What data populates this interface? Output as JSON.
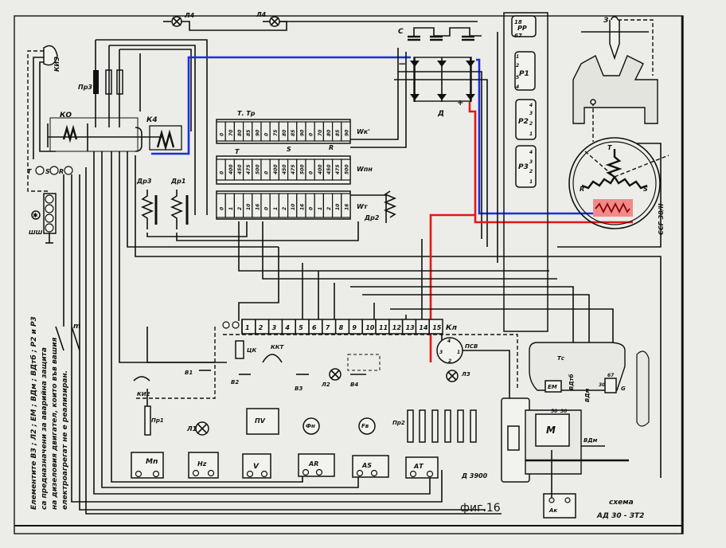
{
  "figure": {
    "label": "фиг.16",
    "caption_line1": "схема",
    "caption_line2": "АД 30 - ЗТ2"
  },
  "note": {
    "line1": "Елементите ВЗ ; Л2 ; ЕМ ; ВДм ; ВДтб ; Р2 и Р3",
    "line2": "са предназначени за аварийна защита",
    "line3": "на дизеловия двигател, които във вашия",
    "line4": "електроагрегат не е реализиран."
  },
  "colors": {
    "blue_wire": "#1a2fe0",
    "red_wire": "#e01818",
    "heater_highlight": "#f08a8a"
  },
  "top": {
    "lamp1": "Л4",
    "lamp2": "Л4",
    "horn": "КИЗ",
    "capacitor": "C",
    "diode_bridge": "Д",
    "minus": "−",
    "plus": "+"
  },
  "left": {
    "fuse": "Пр3",
    "relay_ko": "КО",
    "relay_k4": "К4",
    "terminals": [
      "T",
      "S",
      "R"
    ],
    "earth_block": "ШШ",
    "choke1": "Др3",
    "choke2": "Др1",
    "switch": "m"
  },
  "switch_table": {
    "title": "Т. Тр",
    "row1_label": "Wк'",
    "row1": [
      "0",
      "70",
      "80",
      "85",
      "90",
      "0",
      "75",
      "80",
      "85",
      "90",
      "0",
      "70",
      "80",
      "85",
      "90"
    ],
    "phase_labels": [
      "T",
      "S",
      "R"
    ],
    "row2_label": "Wпн",
    "row2": [
      "0",
      "400",
      "450",
      "475",
      "500",
      "0",
      "400",
      "450",
      "475",
      "500",
      "0",
      "400",
      "450",
      "475",
      "500"
    ],
    "row3_label": "Wт",
    "row3": [
      "0",
      "1",
      "2",
      "10",
      "16",
      "0",
      "1",
      "2",
      "10",
      "16",
      "0",
      "1",
      "2",
      "10",
      "16"
    ],
    "choke": "Др2"
  },
  "relays": {
    "pp": {
      "label": "РР",
      "pins": [
        "18",
        "67"
      ]
    },
    "p1": {
      "label": "Р1",
      "pins": [
        "1",
        "2",
        "5",
        "4"
      ]
    },
    "p2": {
      "label": "Р2",
      "pins": [
        "4",
        "3",
        "2",
        "1"
      ]
    },
    "p3": {
      "label": "Р3",
      "pins": [
        "4",
        "3",
        "2",
        "1"
      ]
    }
  },
  "generator": {
    "label": "ССГ 38/II",
    "electrode": "З",
    "phases": [
      "T",
      "R",
      "S"
    ]
  },
  "terminal_strip": {
    "label": "Кл",
    "cells": [
      "1",
      "2",
      "3",
      "4",
      "5",
      "6",
      "7",
      "8",
      "9",
      "10",
      "11",
      "12",
      "13",
      "14",
      "15"
    ]
  },
  "components": {
    "ck": "ЦК",
    "kkt": "ККТ",
    "b1": "В1",
    "b2": "В2",
    "b3": "ВЗ",
    "b4": "В4",
    "lamp2": "Л2",
    "lamp3": "Л3",
    "psv": "ПСВ",
    "psv_pins": [
      "4",
      "3",
      "1",
      "2"
    ],
    "ki2": "КИ2",
    "fuse1": "Пр1",
    "lamp1": "Л1",
    "pv": "ПV",
    "fn": "Фн",
    "fv": "Fв",
    "fuse2": "Пр2",
    "mn": "Mn",
    "hz": "Hz",
    "v": "V",
    "aa": "АR",
    "as": "АS",
    "at": "АT"
  },
  "engine": {
    "motor": "М",
    "tank": "Д 3900",
    "battery": "Ак",
    "tc": "Тс",
    "em": "ЕМ",
    "vdtb": "ВДтб",
    "vdm": "ВДм",
    "vdm2": "ВДм",
    "g": "G",
    "pin30": "30",
    "pin50": "50",
    "pin67": "67",
    "pin30b": "30"
  }
}
